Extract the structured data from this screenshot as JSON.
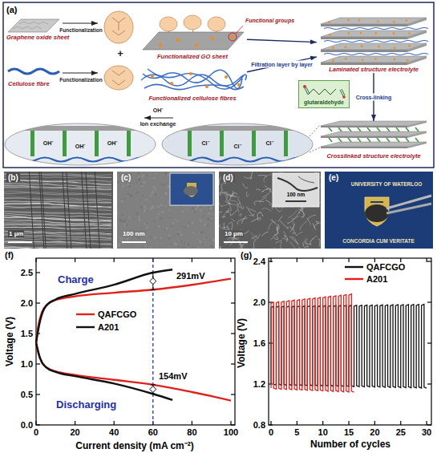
{
  "diagram": {
    "nodes": [
      {
        "text": [
          "Functionalized GO sheet"
        ]
      },
      {
        "text": [
          "Functionalized cellulose fibres"
        ]
      },
      {
        "text": [
          "Laminated structure electrolyte"
        ]
      },
      {
        "text": [
          "glutaraldehyde"
        ]
      },
      {
        "text": [
          "Crosslinked structure electrolyte"
        ]
      }
    ],
    "edges": [
      {
        "from": 0,
        "to": 2,
        "arrow": "to"
      },
      {
        "from": 1,
        "to": 2,
        "arrow": "to",
        "label": "Filtration layer by layer"
      },
      {
        "from": 2,
        "to": 4,
        "arrow": "to",
        "label": "Cross-linking"
      }
    ],
    "labels": [
      "(a)",
      "Graphene oxide sheet",
      "Functionalization",
      "Functional groups",
      "Cellulose fibre",
      "Functionalization",
      "+",
      "OH⁻",
      "Ion exchange",
      "OH⁻",
      "OH⁻",
      "OH⁻",
      "Cl⁻",
      "Cl⁻",
      "Cl⁻",
      "(b)",
      "1 µm",
      "(c)",
      "100 nm",
      "(d)",
      "10 µm",
      "100 nm",
      "(e)",
      "UNIVERSITY OF WATERLOO",
      "CONCORDIA CUM VERITATE",
      "(f)",
      "Voltage (V)",
      "Current density (mA cm⁻²)",
      "Charge",
      "Discharging",
      "291mV",
      "154mV",
      "2.5",
      "2.0",
      "1.5",
      "1.0",
      "0.5",
      "0.0",
      "0",
      "20",
      "40",
      "60",
      "80",
      "100",
      "(g)",
      "Voltage (V)",
      "Number of cycles",
      "2.4",
      "2.0",
      "1.6",
      "1.2",
      "0.8",
      "0",
      "5",
      "10",
      "15",
      "20",
      "25",
      "30"
    ],
    "legend": [
      {
        "text": "QAFCGO"
      },
      {
        "text": "A201"
      },
      {
        "text": "QAFCGO"
      },
      {
        "text": "A201"
      }
    ]
  }
}
